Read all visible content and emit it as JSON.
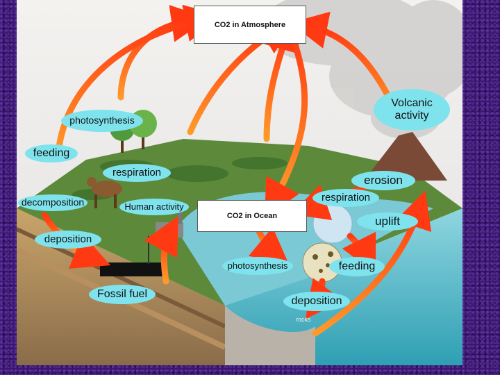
{
  "boxes": {
    "atmosphere": "CO2 in Atmosphere",
    "ocean": "CO2 in Ocean"
  },
  "labels": {
    "photosynthesis_land": "photosynthesis",
    "volcanic_activity_line1": "Volcanic",
    "volcanic_activity_line2": "activity",
    "feeding_land": "feeding",
    "respiration_land": "respiration",
    "erosion": "erosion",
    "decomposition": "decomposition",
    "human_activity": "Human activity",
    "respiration_ocean": "respiration",
    "uplift": "uplift",
    "deposition_land": "deposition",
    "photosynthesis_ocean": "photosynthesis",
    "feeding_ocean": "feeding",
    "fossil_fuel": "Fossil fuel",
    "deposition_ocean": "deposition",
    "rocks": "rocks"
  },
  "colors": {
    "label_fill": "#7fe3ee",
    "frame": "#3b1670",
    "arrow": "#f25a1f"
  }
}
